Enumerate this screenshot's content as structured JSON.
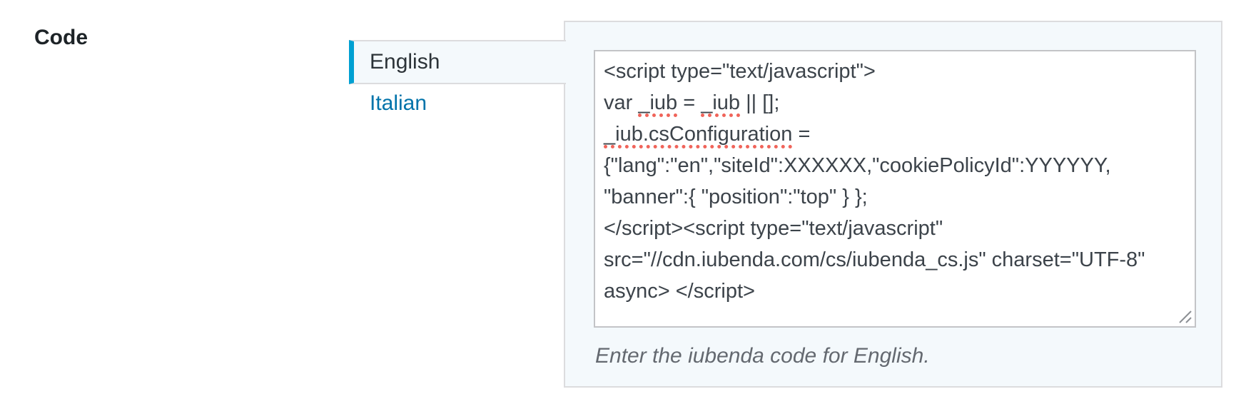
{
  "page": {
    "field_label": "Code"
  },
  "tabs": {
    "items": [
      {
        "label": "English",
        "active": true
      },
      {
        "label": "Italian",
        "active": false
      }
    ]
  },
  "editor": {
    "lines": [
      [
        {
          "t": "<script type=\"text/javascript\">"
        }
      ],
      [
        {
          "t": "var "
        },
        {
          "t": "_iub",
          "sp": true
        },
        {
          "t": " = "
        },
        {
          "t": "_iub",
          "sp": true
        },
        {
          "t": " || [];"
        }
      ],
      [
        {
          "t": "_iub.csConfiguration",
          "sp": true
        },
        {
          "t": " ="
        }
      ],
      [
        {
          "t": "{\"lang\":\"en\",\"siteId\":XXXXXX,\"cookiePolicyId\":YYYYYY,"
        }
      ],
      [
        {
          "t": "\"banner\":{ \"position\":\"top\" } };"
        }
      ],
      [
        {
          "t": "</script><script type=\"text/javascript\""
        }
      ],
      [
        {
          "t": "src=\"//cdn.iubenda.com/cs/iubenda_cs.js\" charset=\"UTF-8\""
        }
      ],
      [
        {
          "t": "async> </script>"
        }
      ]
    ]
  },
  "helper": {
    "text": "Enter the iubenda code for English."
  },
  "colors": {
    "accent_cyan": "#00a0d2",
    "link_blue": "#0073aa",
    "panel_bg": "#f4f9fc",
    "panel_border": "#dcdcde",
    "textarea_border": "#c3c4c7",
    "code_text": "#3c434a",
    "label_text": "#1d2327",
    "helper_text": "#646970",
    "spellcheck_red": "#f0645a"
  }
}
